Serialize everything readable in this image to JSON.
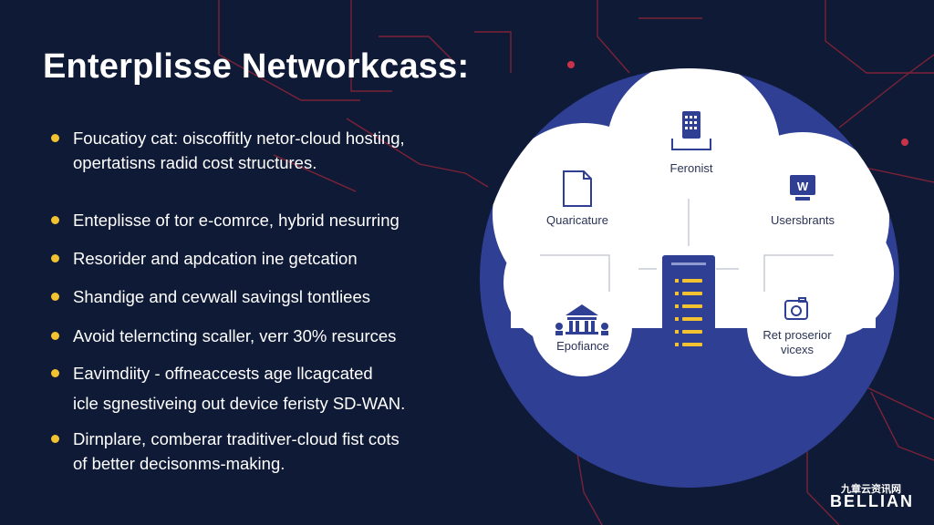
{
  "slide": {
    "title": "Enterplisse Networkcass:",
    "bullets": [
      {
        "line1": "Foucatioy cat: oiscoffitly netor-cloud hosting,",
        "line2": "opertatisns radid cost structures."
      },
      {
        "line1": "Enteplisse of tor e-comrce, hybrid nesurring",
        "line2": ""
      },
      {
        "line1": "Resorider and apdcation ine getcation",
        "line2": ""
      },
      {
        "line1": "Shandige and cevwall savingsl tontliees",
        "line2": ""
      },
      {
        "line1": "Avoid telerncting scaller, verr 30% resurces",
        "line2": ""
      },
      {
        "line1": "Eavimdiity - offneaccests age llcagcated",
        "line2": "icle sgnestiveing out device feristy SD-WAN."
      },
      {
        "line1": "Dirnplare, comberar traditiver-cloud fist cots",
        "line2": "of better decisonms-making."
      }
    ]
  },
  "diagram": {
    "nodes": [
      {
        "label": "Feronist",
        "icon": "phone-icon"
      },
      {
        "label": "Quaricature",
        "icon": "document-icon"
      },
      {
        "label": "Usersbrants",
        "icon": "monitor-icon"
      },
      {
        "label": "Epofiance",
        "icon": "bank-icon"
      },
      {
        "label": "Ret proserior vicexs",
        "icon": "camera-icon"
      }
    ],
    "center_icon": "server-rack-icon"
  },
  "watermark": {
    "line1": "九章云资讯网",
    "line2": "BELLIAN"
  },
  "colors": {
    "background": "#0f1a36",
    "circle": "#2f3f93",
    "cloud": "#ffffff",
    "bullet": "#f2c230",
    "accent_lines": "#a3263a",
    "server": "#2f3f93",
    "server_leds": "#f2c230"
  }
}
